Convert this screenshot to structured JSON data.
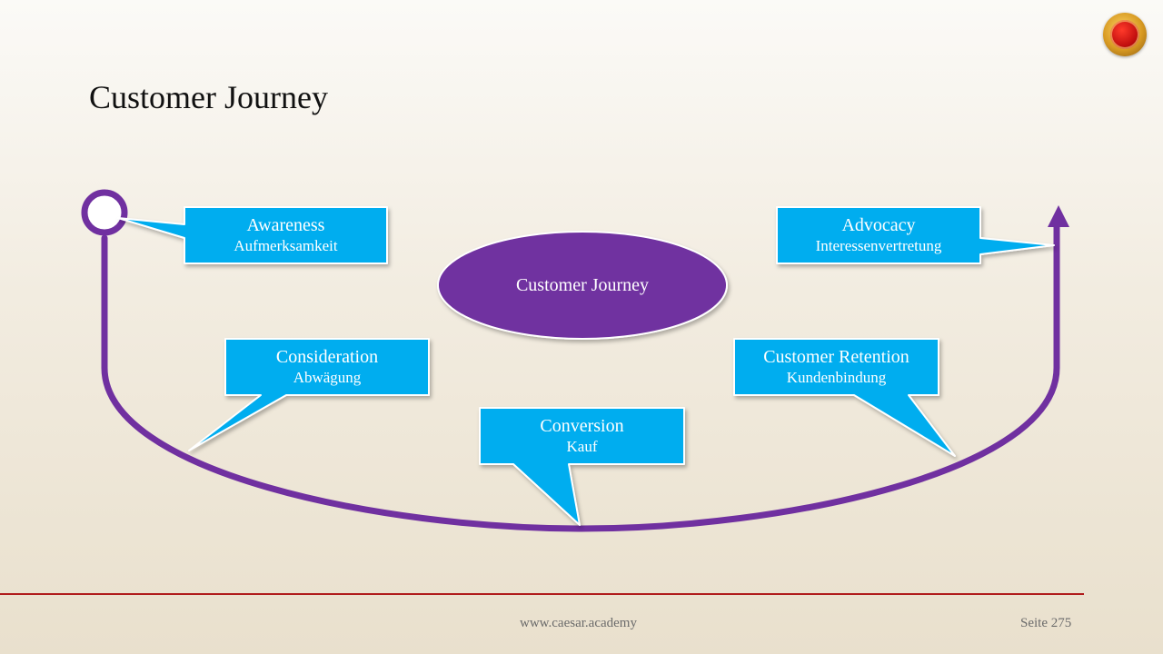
{
  "page": {
    "title": "Customer Journey",
    "center_label": "Customer Journey",
    "footer_url": "www.caesar.academy",
    "footer_page": "Seite 275"
  },
  "colors": {
    "box_fill": "#00adef",
    "path_purple": "#7030a0",
    "footer_rule": "#b01c1c"
  },
  "stages": [
    {
      "name": "Awareness",
      "subtitle": "Aufmerksamkeit"
    },
    {
      "name": "Consideration",
      "subtitle": "Abwägung"
    },
    {
      "name": "Conversion",
      "subtitle": "Kauf"
    },
    {
      "name": "Customer Retention",
      "subtitle": "Kundenbindung"
    },
    {
      "name": "Advocacy",
      "subtitle": "Interessenvertretung"
    }
  ]
}
